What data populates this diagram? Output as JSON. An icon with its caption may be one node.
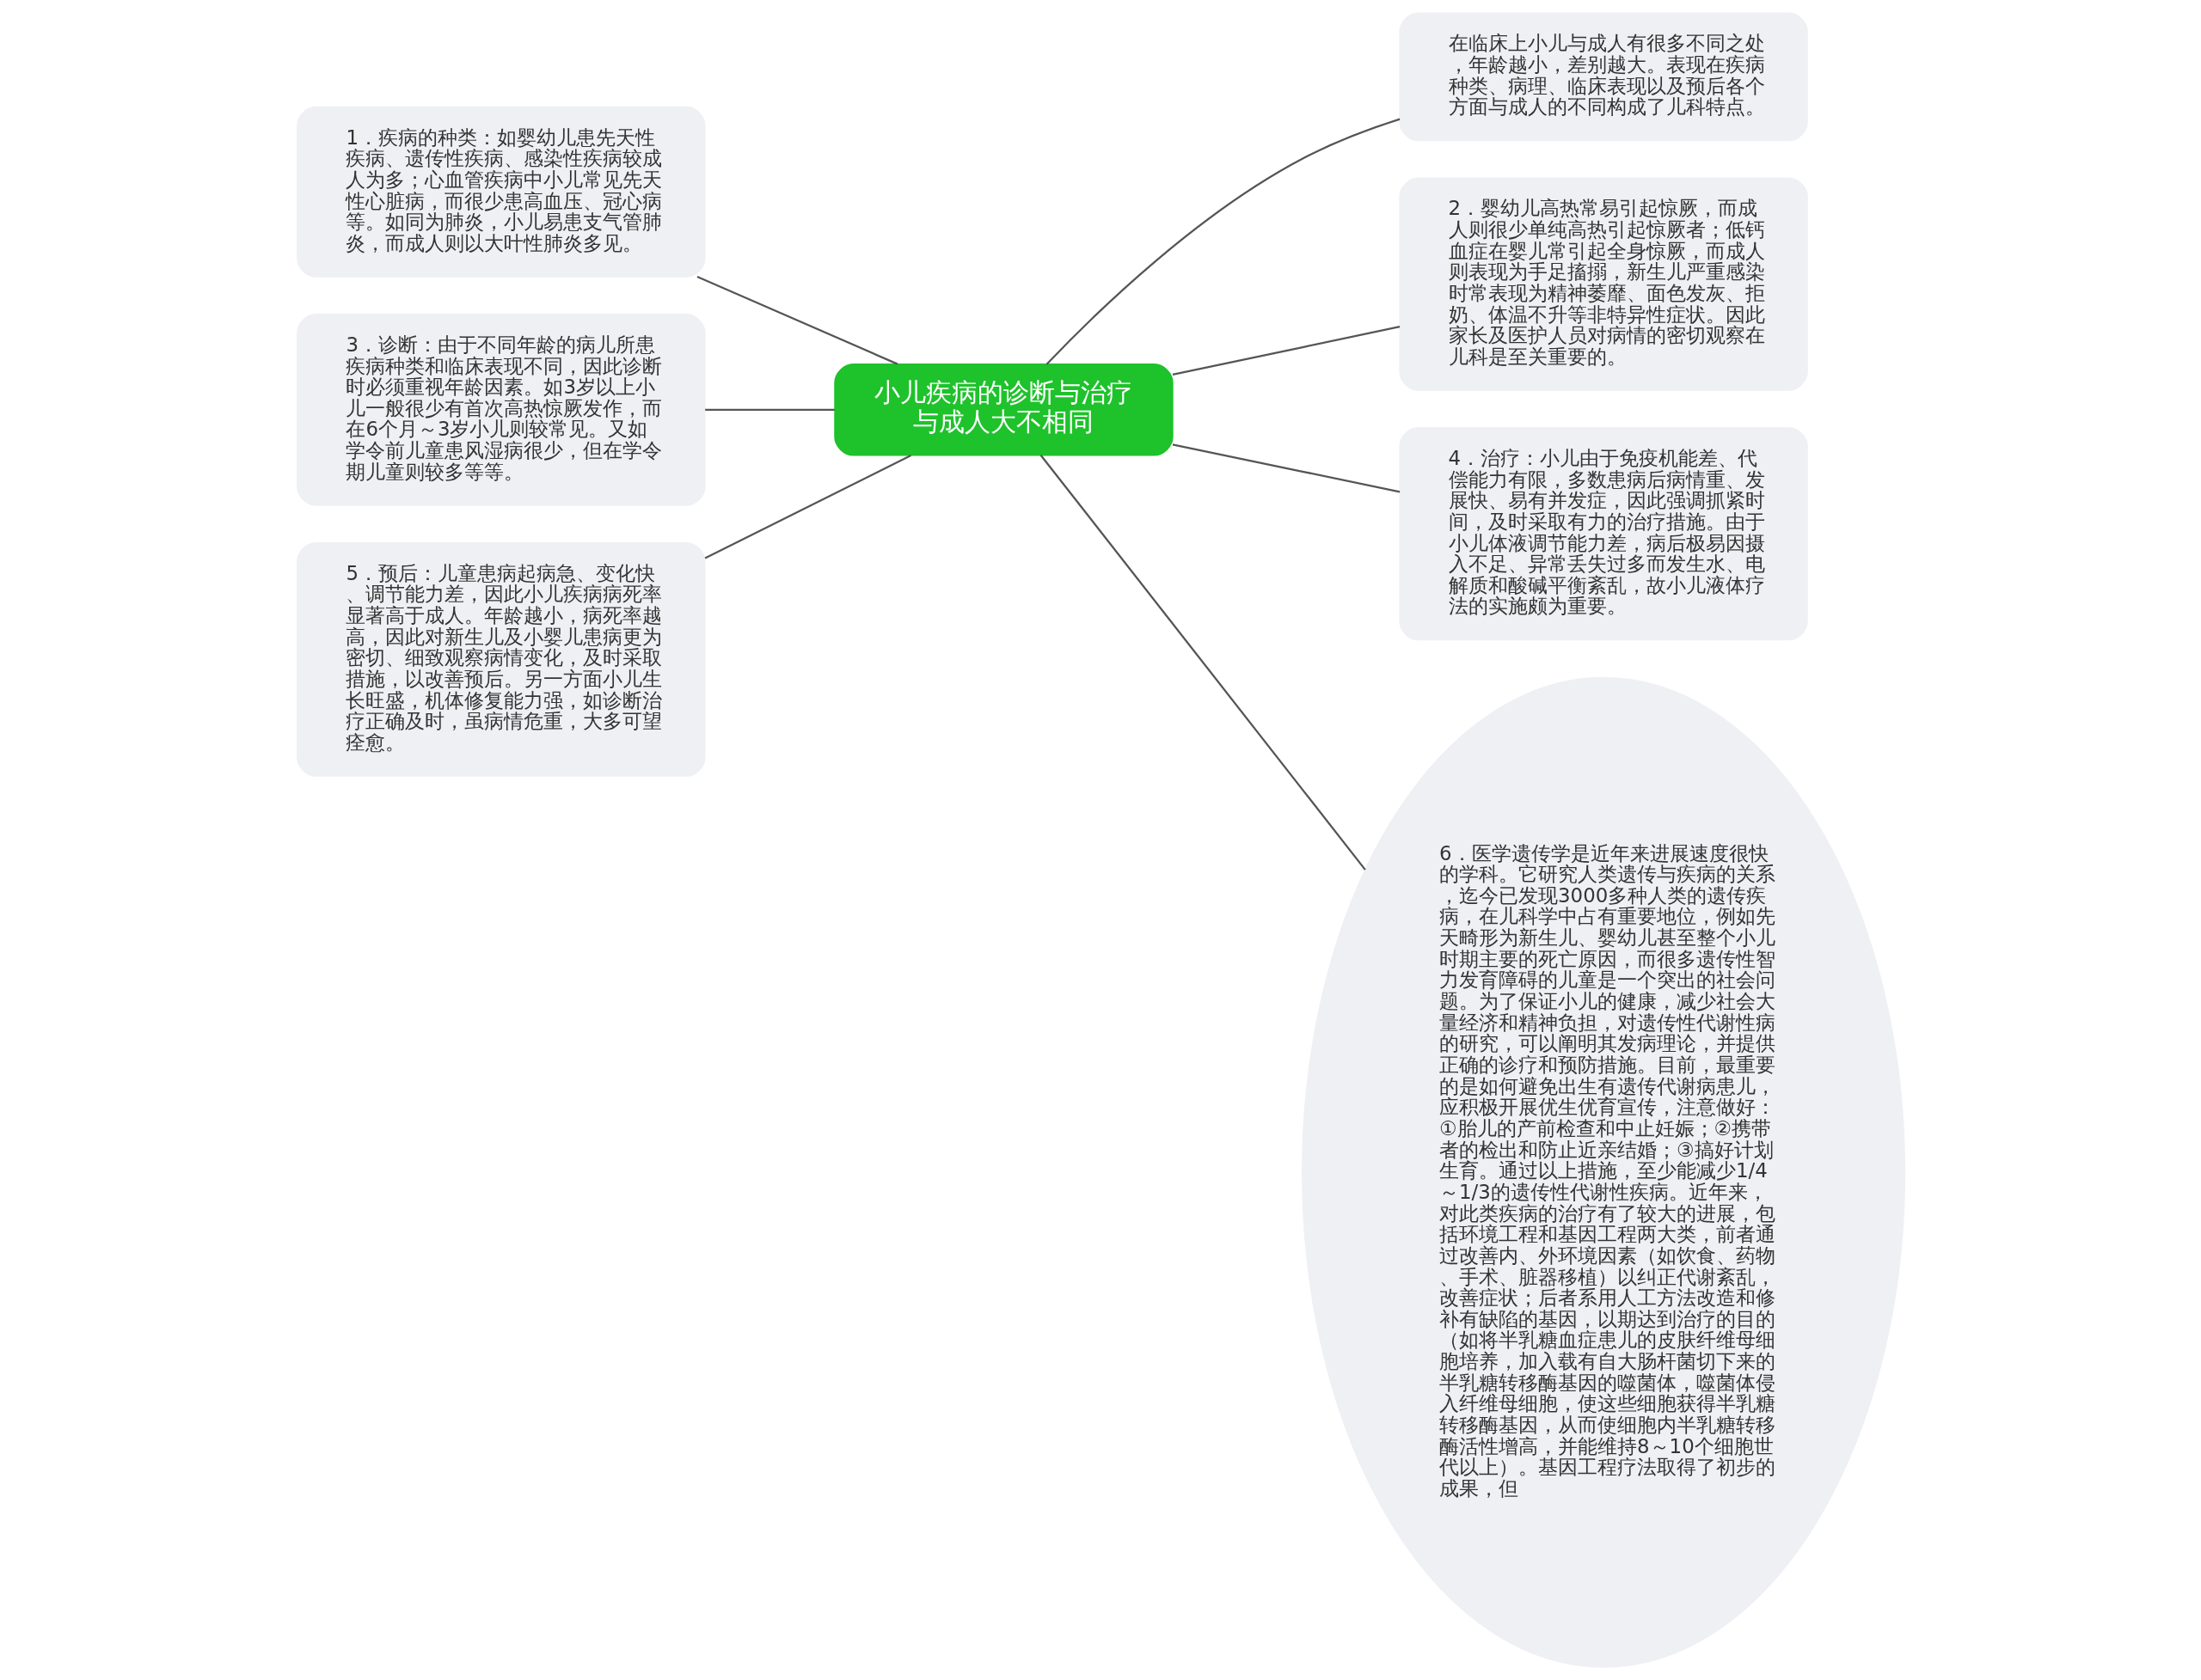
{
  "diagram": {
    "nodes": [
      {
        "text": [
          "小儿疾病的诊断与治疗与成人大不相同"
        ]
      },
      {
        "text": [
          "在临床上小儿与成人有很多不同之处，年龄越小，差别越大。表现在疾病种类、病理、临床表现以及预后各个方面与成人的不同构成了儿科特点。"
        ]
      },
      {
        "text": [
          "2．婴幼儿高热常易引起惊厥，而成人则很少单纯高热引起惊厥者；低钙血症在婴儿常引起全身惊厥，而成人则表现为手足搐搦，新生儿严重感染时常表现为精神萎靡、面色发灰、拒奶、体温不升等非特异性症状。因此家长及医护人员对病情的密切观察在儿科是至关重要的。"
        ]
      },
      {
        "text": [
          "4．治疗：小儿由于免疫机能差、代偿能力有限，多数患病后病情重、发展快、易有并发症，因此强调抓紧时间，及时采取有力的治疗措施。由于小儿体液调节能力差，病后极易因摄入不足、异常丢失过多而发生水、电解质和酸碱平衡紊乱，故小儿液体疗法的实施颇为重要。"
        ]
      },
      {
        "text": [
          "6．医学遗传学是近年来进展速度很快的学科。它研究人类遗传与疾病的关系，迄今已发现3000多种人类的遗传疾病，在儿科学中占有重要地位，例如先天畸形为新生儿、婴幼儿甚至整个小儿时期主要的死亡原因，而很多遗传性智力发育障碍的儿童是一个突出的社会问题。为了保证小儿的健康，减少社会大量经济和精神负担，对遗传性代谢性病的研究，可以阐明其发病理论，并提供正确的诊疗和预防措施。目前，最重要的是如何避免出生有遗传代谢病患儿，应积极开展优生优育宣传，注意做好：①胎儿的产前检查和中止妊娠；②携带者的检出和防止近亲结婚；③搞好计划生育。通过以上措施，至少能减少1/4～1/3的遗传性代谢性疾病。近年来，对此类疾病的治疗有了较大的进展，包括环境工程和基因工程两大类，前者通过改善内、外环境因素（如饮食、药物、手术、脏器移植）以纠正代谢紊乱，改善症状；后者系用人工方法改造和修补有缺陷的基因，以期达到治疗的目的（如将半乳糖血症患儿的皮肤纤维母细胞培养，加入载有自大肠杆菌切下来的半乳糖转移酶基因的噬菌体，噬菌体侵入纤维母细胞，使这些细胞获得半乳糖转移酶基因，从而使细胞内半乳糖转移酶活性增高，并能维持8～10个细胞世代以上）。基因工程疗法取得了初步的成果，但"
        ]
      },
      {
        "text": [
          "1．疾病的种类：如婴幼儿患先天性疾病、遗传性疾病、感染性疾病较成人为多；心血管疾病中小儿常见先天性心脏病，而很少患高血压、冠心病等。如同为肺炎，小儿易患支气管肺炎，而成人则以大叶性肺炎多见。"
        ]
      },
      {
        "text": [
          "3．诊断：由于不同年龄的病儿所患疾病种类和临床表现不同，因此诊断时必须重视年龄因素。如3岁以上小儿一般很少有首次高热惊厥发作，而在6个月～3岁小儿则较常见。又如学令前儿童患风湿病很少，但在学令期儿童则较多等等。"
        ]
      },
      {
        "text": [
          "5．预后：儿童患病起病急、变化快、调节能力差，因此小儿疾病病死率显著高于成人。年龄越小，病死率越高，因此对新生儿及小婴儿患病更为密切、细致观察病情变化，及时采取措施，以改善预后。另一方面小儿生长旺盛，机体修复能力强，如诊断治疗正确及时，虽病情危重，大多可望痊愈。"
        ]
      }
    ],
    "edges": [
      {
        "from": 0,
        "to": 1,
        "arrow": "none"
      },
      {
        "from": 0,
        "to": 2,
        "arrow": "none"
      },
      {
        "from": 0,
        "to": 3,
        "arrow": "none"
      },
      {
        "from": 0,
        "to": 4,
        "arrow": "none"
      },
      {
        "from": 0,
        "to": 5,
        "arrow": "none"
      },
      {
        "from": 0,
        "to": 6,
        "arrow": "none"
      },
      {
        "from": 0,
        "to": 7,
        "arrow": "none"
      }
    ]
  }
}
